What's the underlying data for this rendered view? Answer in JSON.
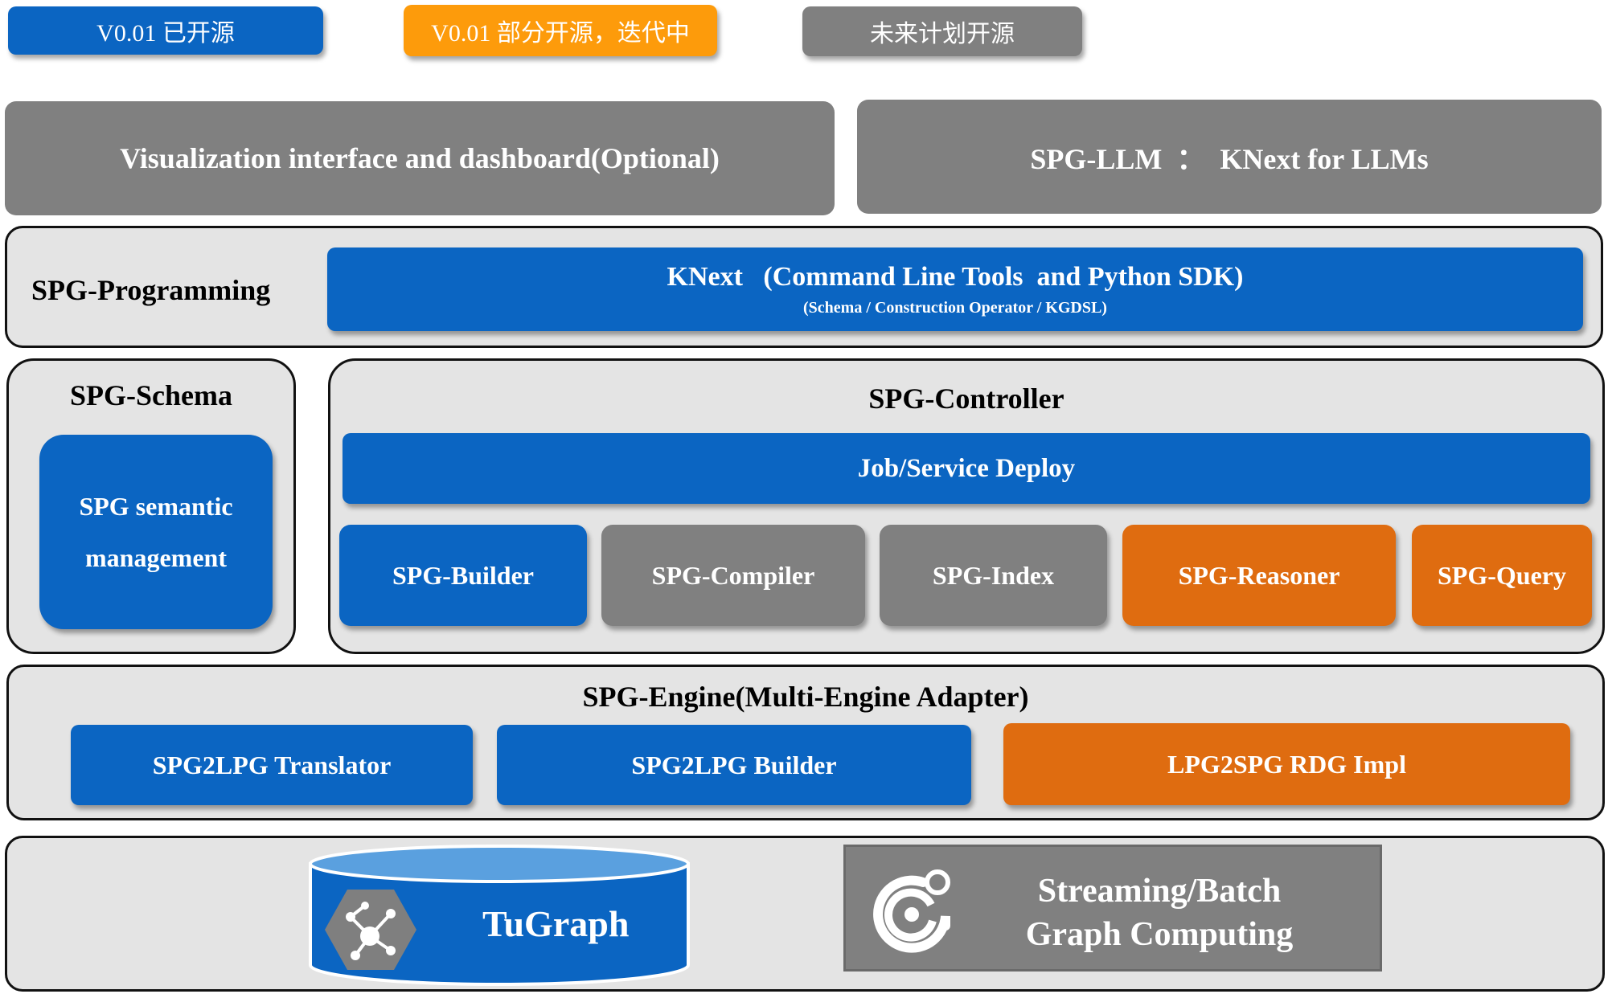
{
  "legend": {
    "open_source": "V0.01 已开源",
    "partial_open": "V0.01 部分开源，迭代中",
    "future_plan": "未来计划开源"
  },
  "colors": {
    "open_source": "#0b65c2",
    "partial_open": "#fd9b0b",
    "future_plan": "#808080",
    "orange_component": "#df6c10",
    "panel_background": "#e4e4e4"
  },
  "top_row": {
    "visualization": "Visualization interface and dashboard(Optional)",
    "llm": "SPG-LLM  ：  KNext for LLMs"
  },
  "programming": {
    "title": "SPG-Programming",
    "knext_title": "KNext   (Command Line Tools  and Python SDK)",
    "knext_subtitle": "(Schema / Construction Operator / KGDSL)"
  },
  "schema": {
    "title": "SPG-Schema",
    "semantic_line1": "SPG semantic",
    "semantic_line2": "management"
  },
  "controller": {
    "title": "SPG-Controller",
    "deploy": "Job/Service Deploy",
    "modules": [
      "SPG-Builder",
      "SPG-Compiler",
      "SPG-Index",
      "SPG-Reasoner",
      "SPG-Query"
    ]
  },
  "engine": {
    "title": "SPG-Engine(Multi-Engine Adapter)",
    "translator": "SPG2LPG Translator",
    "builder": "SPG2LPG Builder",
    "rdg": "LPG2SPG RDG Impl"
  },
  "storage": {
    "tugraph": "TuGraph",
    "computing_line1": "Streaming/Batch",
    "computing_line2": "Graph Computing",
    "icons": [
      "graph-network-icon",
      "geaflow-logo-icon"
    ]
  }
}
